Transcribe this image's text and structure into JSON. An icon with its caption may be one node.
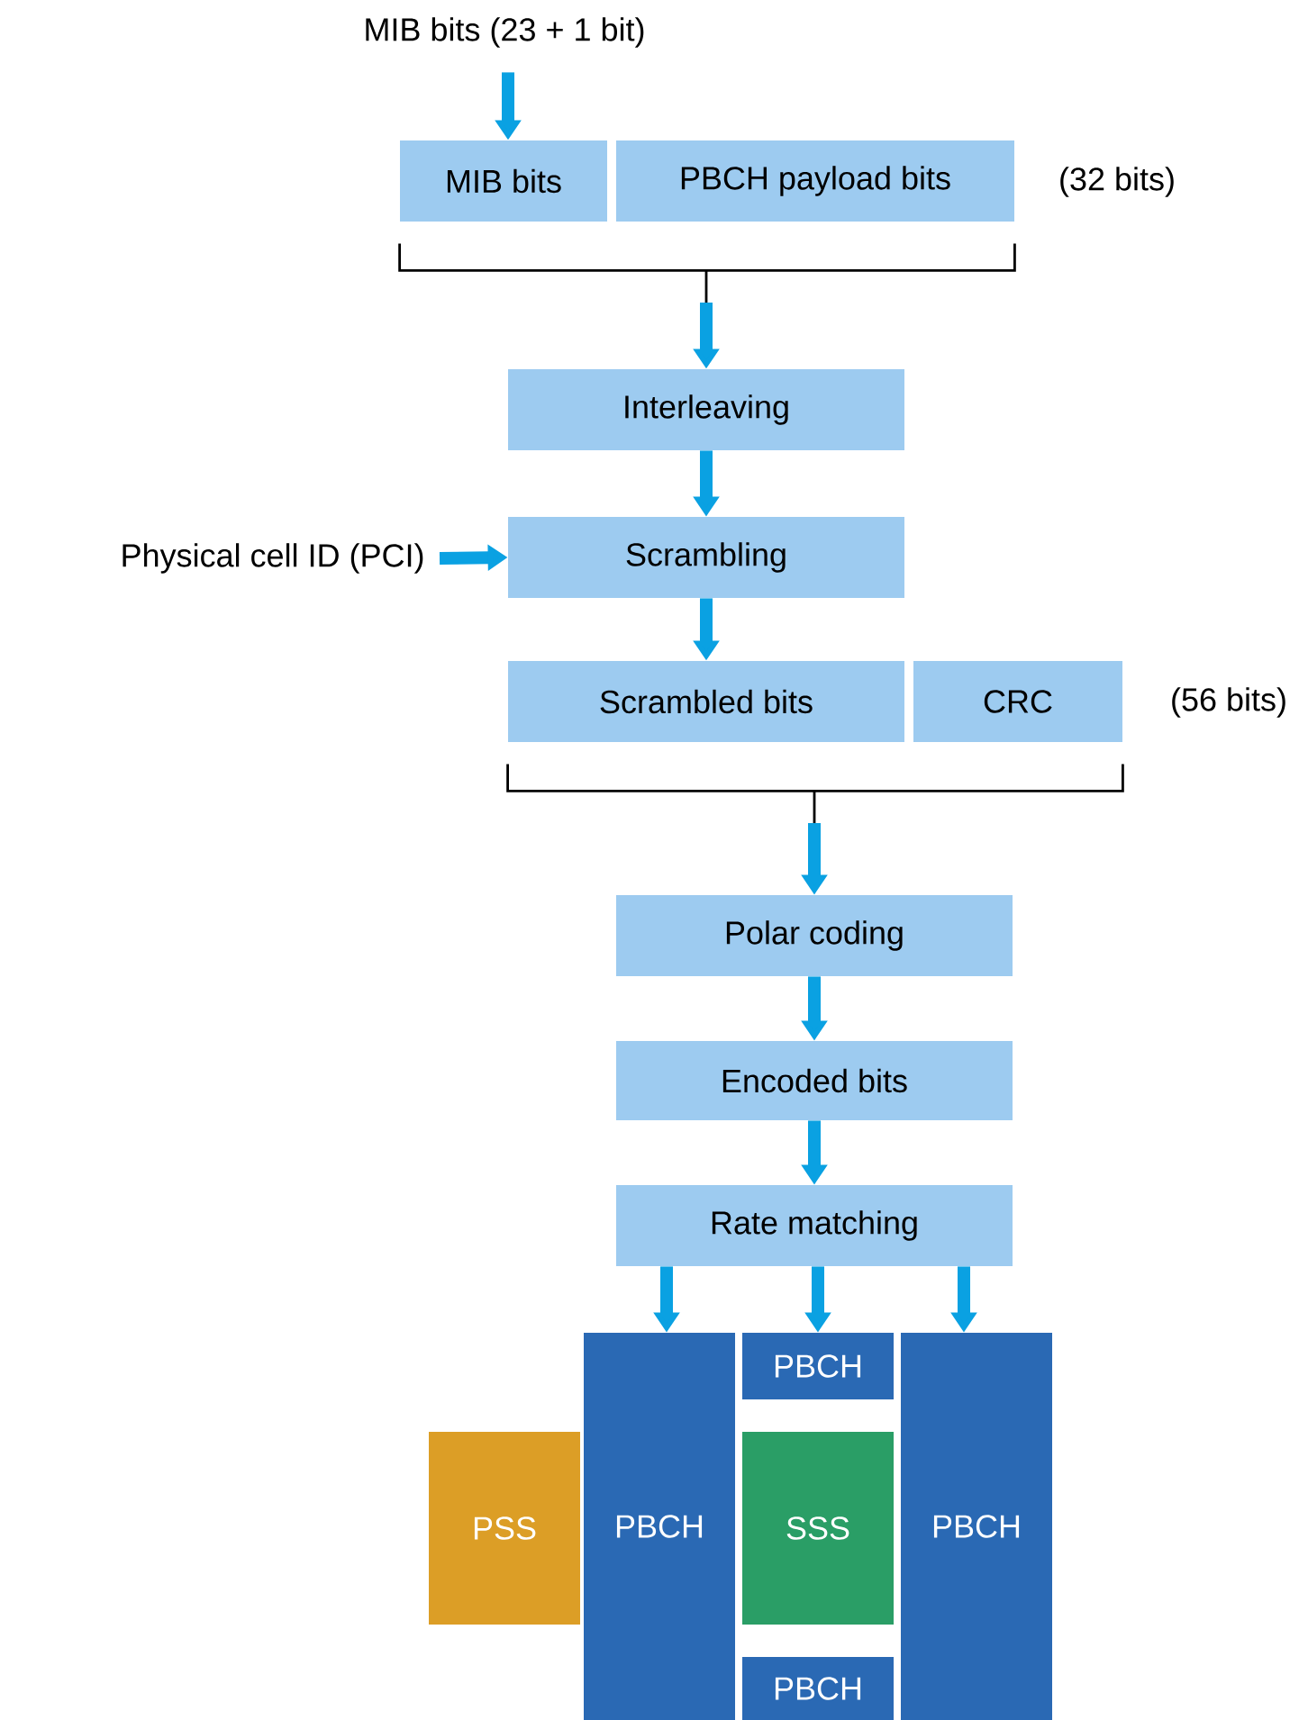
{
  "diagram": {
    "nodes": [
      {
        "text": [
          "MIB bits (23 + 1 bit)"
        ]
      },
      {
        "text": [
          "MIB bits"
        ]
      },
      {
        "text": [
          "PBCH payload bits"
        ]
      },
      {
        "text": [
          "Interleaving"
        ]
      },
      {
        "text": [
          "Physical cell ID (PCI)"
        ]
      },
      {
        "text": [
          "Scrambling"
        ]
      },
      {
        "text": [
          "Scrambled bits"
        ]
      },
      {
        "text": [
          "CRC"
        ]
      },
      {
        "text": [
          "Polar coding"
        ]
      },
      {
        "text": [
          "Encoded bits"
        ]
      },
      {
        "text": [
          "Rate matching"
        ]
      },
      {
        "text": [
          "PSS"
        ]
      },
      {
        "text": [
          "PBCH"
        ]
      },
      {
        "text": [
          "PBCH"
        ]
      },
      {
        "text": [
          "SSS"
        ]
      },
      {
        "text": [
          "PBCH"
        ]
      },
      {
        "text": [
          "PBCH"
        ]
      }
    ],
    "edges": [
      {
        "from": 0,
        "to": 1,
        "arrow": "to"
      },
      {
        "from": 1,
        "to": 3,
        "arrow": "to",
        "color": "#000000"
      },
      {
        "from": 2,
        "to": 3,
        "arrow": "to",
        "color": "#000000"
      },
      {
        "from": 3,
        "to": 5,
        "arrow": "to"
      },
      {
        "from": 4,
        "to": 5,
        "arrow": "to"
      },
      {
        "from": 5,
        "to": 6,
        "arrow": "to"
      },
      {
        "from": 6,
        "to": 8,
        "arrow": "to",
        "color": "#000000"
      },
      {
        "from": 7,
        "to": 8,
        "arrow": "to",
        "color": "#000000"
      },
      {
        "from": 8,
        "to": 9,
        "arrow": "to"
      },
      {
        "from": 9,
        "to": 10,
        "arrow": "to"
      },
      {
        "from": 10,
        "to": 12,
        "arrow": "to"
      },
      {
        "from": 10,
        "to": 13,
        "arrow": "to"
      },
      {
        "from": 10,
        "to": 16,
        "arrow": "to"
      }
    ],
    "labels": [
      "(32 bits)",
      "(56 bits)"
    ]
  }
}
